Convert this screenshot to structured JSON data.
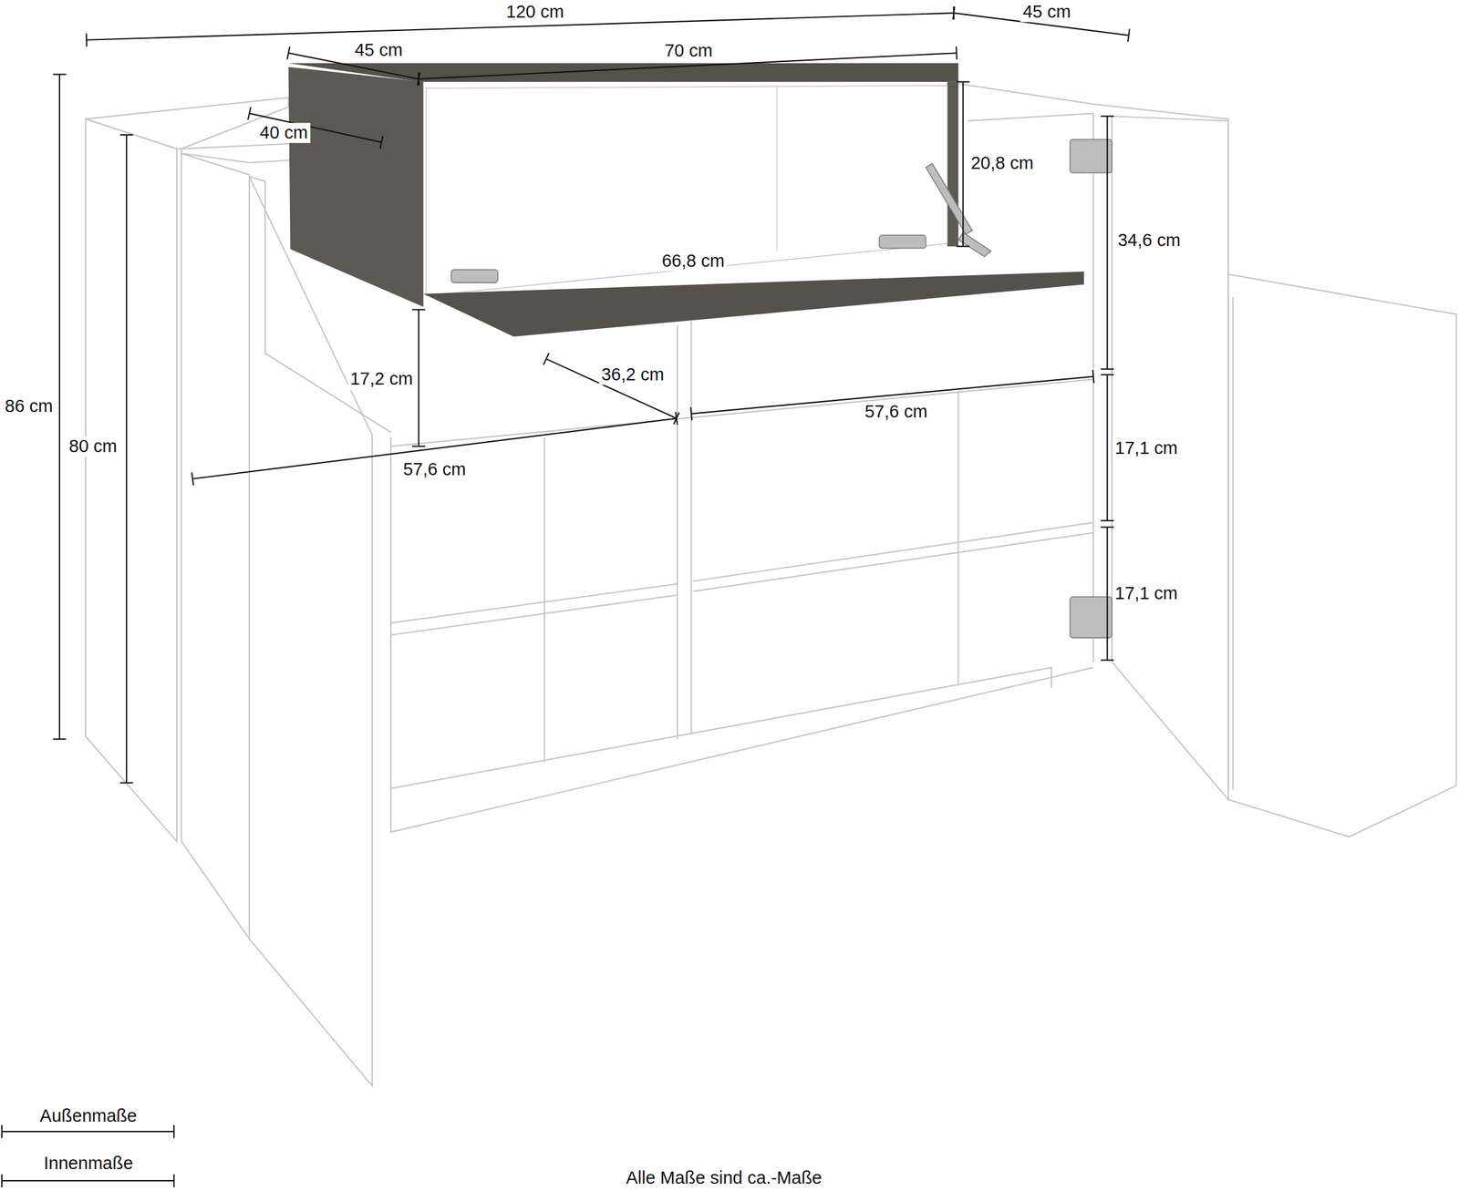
{
  "diagram": {
    "caption": "Alle Maße sind ca.-Maße",
    "labels": [
      "120 cm",
      "45 cm",
      "45 cm",
      "70 cm",
      "40 cm",
      "20,8 cm",
      "34,6 cm",
      "66,8 cm",
      "86 cm",
      "80 cm",
      "17,2 cm",
      "36,2 cm",
      "57,6 cm",
      "17,1 cm",
      "57,6 cm",
      "17,1 cm"
    ],
    "legend": [
      {
        "text": "Außenmaße"
      },
      {
        "text": "Innenmaße"
      }
    ]
  }
}
